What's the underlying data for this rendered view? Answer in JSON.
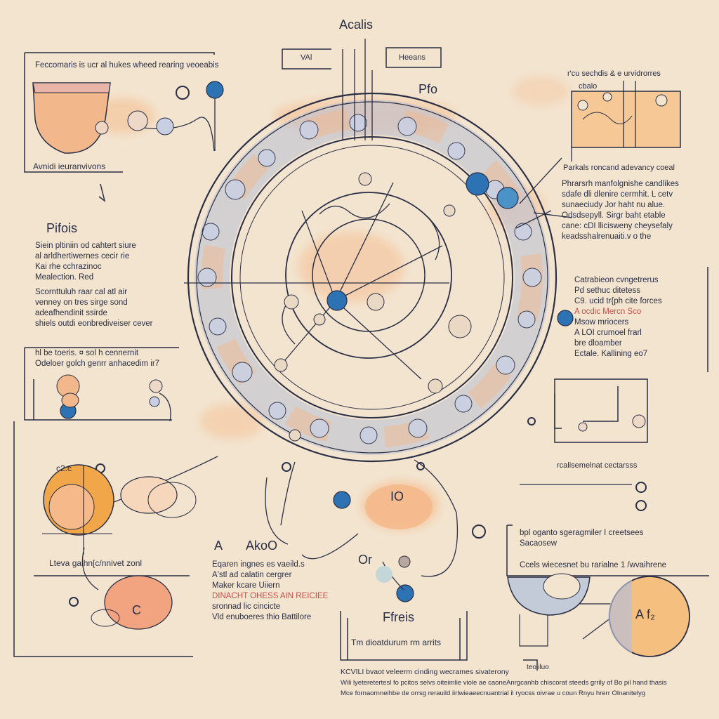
{
  "colors": {
    "background": "#f3e4cf",
    "ink": "#2a2f45",
    "accent_blue": "#2d73b3",
    "peach": "#f5b98a",
    "orange": "#f2a64a",
    "lavender": "#b8bfd6",
    "red_text": "#c8504a"
  },
  "labels": {
    "top_center": "Acalis",
    "top_box_left": "VAl",
    "top_box_right": "Heeans",
    "header_top_left": "Feccomaris is ucr al hukes wheed rearing veoeabis",
    "caption_top_left": "Avnidi ieuranvivons",
    "heading_pifols": "Pifois",
    "label_pro": "Pfo",
    "top_right_caption": "r'cu sechdis & e urvidrorres",
    "top_right_sub": "cbalo",
    "mid_right_label": "Parkals roncand adevancy coeal",
    "bottom_left_label": "c2.c",
    "bottom_left_caption": "Lteva gaihn[c/nnivet zonl",
    "bottom_left_blob": "C",
    "bottom_letter_a": "A",
    "bottom_heading_ac": "AkoO",
    "label_or": "Or",
    "label_io": "IO",
    "bottom_center_title": "Ffreis",
    "bottom_center_sub": "Tm dioatdurum rm arrits",
    "bottom_right_small": "teoliluo",
    "lower_right_caption": "rcalisemelnat cectarsss",
    "right_blob_label": "A f₂"
  },
  "blocks": {
    "top_right_text": [
      "Phrarsrh manfolgnishe candlikes",
      "sdafe dli dlenire cermhit. L cetv",
      "sunaeciudy Jor haht nu alue.",
      "Odsdsepyll. Sirgr baht etable",
      "cane: cDI llicisweny cheysefaly",
      "keadsshalrenuaiti.v o the"
    ],
    "left_text": [
      "Siein pltiniin od cahtert siure",
      "al arldhertiwernes cecir rie",
      "Kai rhe cchrazinoc",
      "Mealection. Red",
      "Scornttuluh raar cal atl air",
      "venney on tres sirge sond",
      "adeafhendinit ssirde",
      "shiels outdi eonbrediveiser cever"
    ],
    "left_text_2": [
      "hl be toeris. ¤ sol h cennernit",
      "Odeloer golch genrr anhacedim ir7"
    ],
    "right_mid_text": [
      "Catrabieon cvngetrerus",
      "Pd sethuc ditetess",
      "C9. ucid tr{ph cite forces",
      "A ocdic Mercn Sco",
      "Msow mriocers",
      "A LOI crumoel frarl",
      "bre dloamber",
      "Ectale. Kallining eo7"
    ],
    "bottom_left_text": [
      "Eqaren ingnes es vaeild.s",
      "A'stl ad calatin cergrer",
      "Maker kcare Uiiern",
      "DINACHT OHESS AIN REICIEE",
      "sronnad lic cincicte",
      "Vld enuboeres thio Battilore"
    ],
    "right_bottom_text": [
      "bpl oganto sgeragmiler I creetsees",
      "Sacaosew",
      "Ccels wiecesnet bu rarialne 1 /wvaihrene"
    ],
    "bottom_paragraph": [
      "KCVILI bvaot veleerm cinding wecrames sivaterony",
      "Wili lyeteretertesl fo pcitos selvs oiteimlie viole ae caoneAnrgcanhb chiscorat steeds grrily of Bo pil hand thasis",
      "Mce fornaornneihbe de orrsg rerauild iirlwieaeecnuantrial il ryocss oivrae u coun Rnyu hrerr Olnanitelyg"
    ]
  }
}
